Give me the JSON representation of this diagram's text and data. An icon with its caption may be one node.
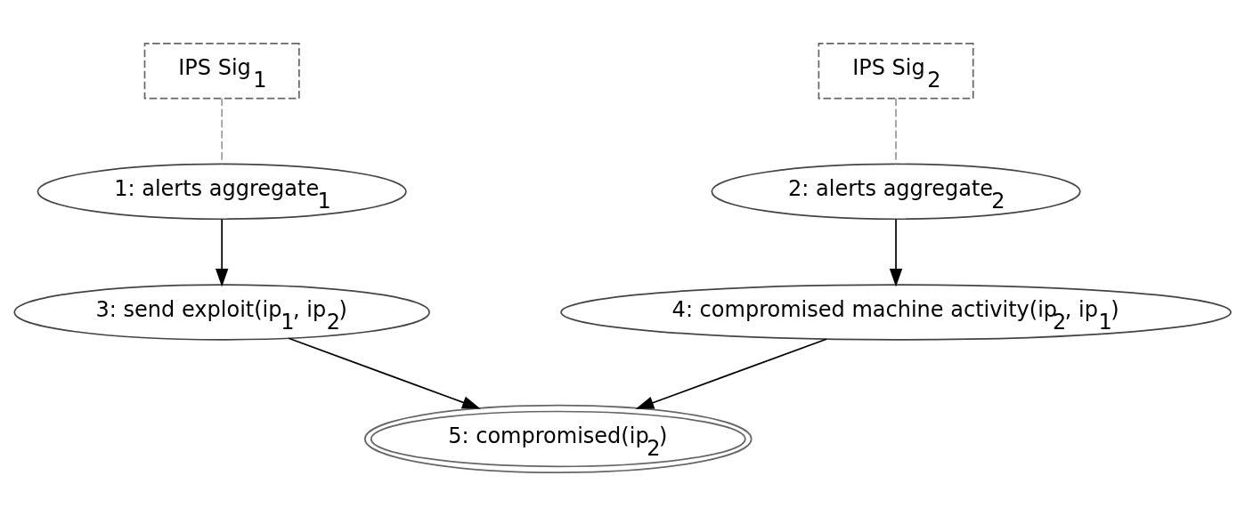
{
  "diagram": {
    "nodes": [
      {
        "text": [
          "IPS Sig$_{1}$"
        ]
      },
      {
        "text": [
          "IPS Sig$_{2}$"
        ]
      },
      {
        "text": [
          "1: alerts aggregate$_{1}$"
        ]
      },
      {
        "text": [
          "2: alerts aggregate$_{2}$"
        ]
      },
      {
        "text": [
          "3: send exploit(ip$_{1}$, ip$_{2}$)"
        ]
      },
      {
        "text": [
          "4: compromised machine activity(ip$_{2}$, ip$_{1}$)"
        ]
      },
      {
        "text": [
          "5: compromised(ip$_{2}$)"
        ]
      }
    ],
    "edges": [
      {
        "from": 0,
        "to": 2,
        "arrow": "none",
        "style": "dashed",
        "color": "#999999"
      },
      {
        "from": 1,
        "to": 3,
        "arrow": "none",
        "style": "dashed",
        "color": "#999999"
      },
      {
        "from": 2,
        "to": 4,
        "arrow": "to"
      },
      {
        "from": 3,
        "to": 5,
        "arrow": "to"
      },
      {
        "from": 4,
        "to": 6,
        "arrow": "to"
      },
      {
        "from": 5,
        "to": 6,
        "arrow": "to"
      }
    ]
  }
}
